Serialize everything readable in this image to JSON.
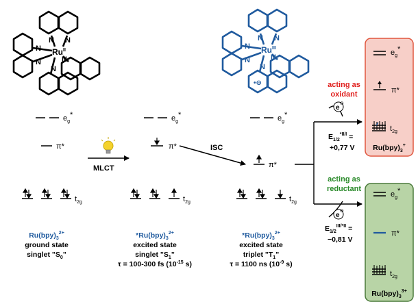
{
  "colors": {
    "black": "#000000",
    "blue": "#1f5a9e",
    "red": "#e0201e",
    "green": "#2a8a2a",
    "oxidant_panel_fill": "#f7cfc8",
    "oxidant_panel_stroke": "#e0563e",
    "reductant_panel_fill": "#b8d4a6",
    "reductant_panel_stroke": "#4a7a3a",
    "bulb": "#f5d22b"
  },
  "icons": [
    "lightbulb-icon",
    "electron-icon"
  ],
  "complex_left": {
    "metal": "Ru",
    "ox": "II",
    "ligand_atom": "N"
  },
  "complex_right": {
    "metal": "Ru",
    "ox": "III",
    "ligand_atom": "N",
    "radical": "•⊖"
  },
  "levels": {
    "eg": "e",
    "eg_sub": "g",
    "eg_sup": "*",
    "pi": "π*",
    "t2g": "t",
    "t2g_sub": "2g"
  },
  "arrows": {
    "mlct": "MLCT",
    "isc": "ISC"
  },
  "states": [
    {
      "formula": "Ru(bpy)",
      "sub": "3",
      "sup": "2+",
      "line2": "ground state",
      "line3": "singlet \"S",
      "line3_sub": "0",
      "line3_end": "\""
    },
    {
      "formula": "*Ru(bpy)",
      "sub": "3",
      "sup": "2+",
      "line2": "excited state",
      "line3": "singlet \"S",
      "line3_sub": "1",
      "line3_end": "\"",
      "line4": "τ = 100-300 fs (10",
      "line4_sup": "-15",
      "line4_end": " s)"
    },
    {
      "formula": "*Ru(bpy)",
      "sub": "3",
      "sup": "2+",
      "line2": "excited state",
      "line3": "triplet \"T",
      "line3_sub": "1",
      "line3_end": "\"",
      "line4": "τ = 1100 ns (10",
      "line4_sup": "-9",
      "line4_end": " s)"
    }
  ],
  "oxidant": {
    "label1": "acting as",
    "label2": "oxidant",
    "e_label": "E",
    "e_sub": "1/2",
    "e_sup": "*II/I",
    "e_eq": " =",
    "e_value": "+0,77 V",
    "product": "Ru(bpy)",
    "product_sub": "3",
    "product_sup": "+"
  },
  "reductant": {
    "label1": "acting as",
    "label2": "reductant",
    "e_label": "E",
    "e_sub": "1/2",
    "e_sup": "III/*II",
    "e_eq": " =",
    "e_value": "−0,81 V",
    "product": "Ru(bpy)",
    "product_sub": "3",
    "product_sup": "3+"
  },
  "electron": {
    "symbol": "e",
    "charge": "⊖"
  }
}
